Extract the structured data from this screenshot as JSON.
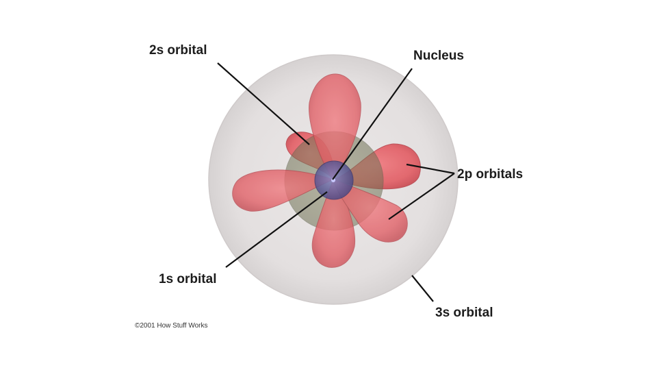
{
  "labels": {
    "orbital_2s": "2s orbital",
    "nucleus": "Nucleus",
    "orbitals_2p": "2p orbitals",
    "orbital_1s": "1s orbital",
    "orbital_3s": "3s orbital"
  },
  "copyright": "©2001 How Stuff Works",
  "colors": {
    "orbital_3s": "#e2dede",
    "orbital_2p": "#e8636a",
    "orbital_2s": "#9a9a72",
    "orbital_1s": "#6a6aa0",
    "leader_line": "#111111"
  }
}
